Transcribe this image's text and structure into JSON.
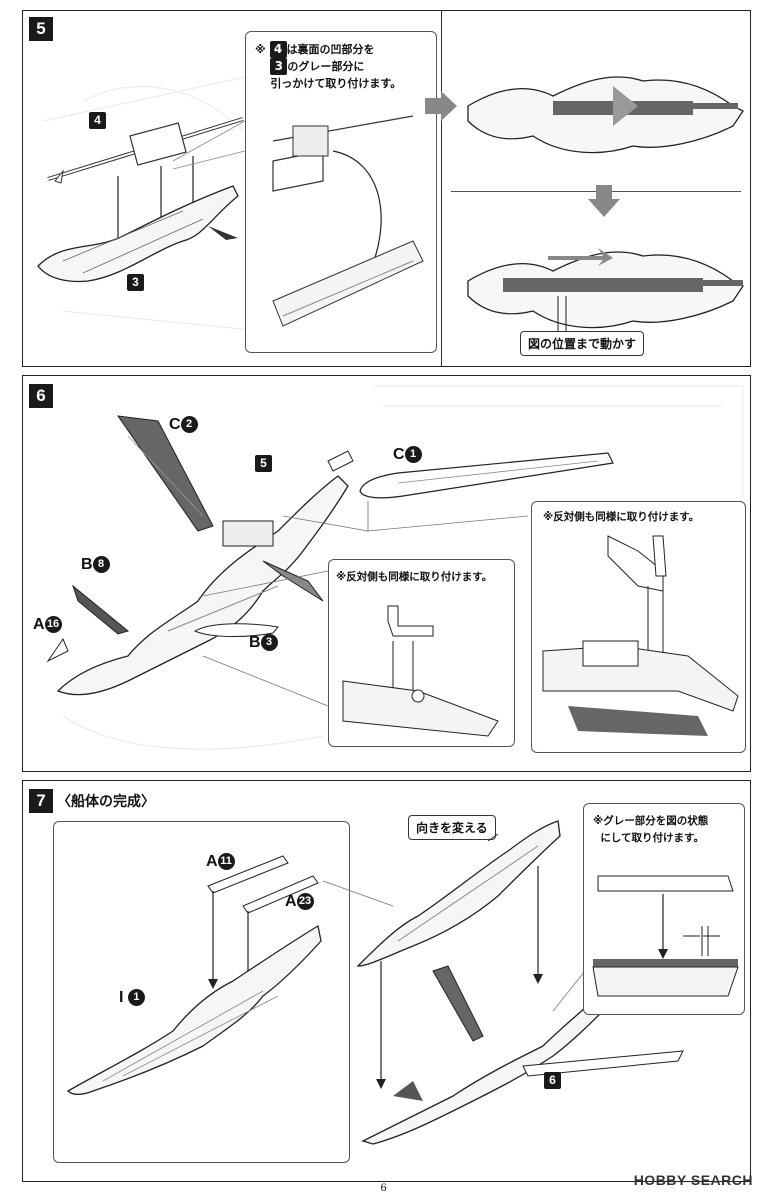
{
  "step5": {
    "number": "5",
    "part_top": "4",
    "part_bottom": "3",
    "note_mark": "※",
    "note_ref1": "4",
    "note_text1": "は裏面の凹部分を",
    "note_ref2": "3",
    "note_text2": "のグレー部分に",
    "note_text3": "引っかけて取り付けます。",
    "callout": "図の位置まで動かす"
  },
  "step6": {
    "number": "6",
    "label_c2_letter": "C",
    "label_c2_num": "2",
    "label_5": "5",
    "label_c1_letter": "C",
    "label_c1_num": "1",
    "label_b8_letter": "B",
    "label_b8_num": "8",
    "label_a16_letter": "A",
    "label_a16_num": "16",
    "label_b3_letter": "B",
    "label_b3_num": "3",
    "note_right": "※反対側も同様に取り付けます。",
    "note_center": "※反対側も同様に取り付けます。"
  },
  "step7": {
    "number": "7",
    "title": "〈船体の完成〉",
    "label_a11_letter": "A",
    "label_a11_num": "11",
    "label_a23_letter": "A",
    "label_a23_num": "23",
    "label_i1_letter": "I",
    "label_i1_num": "1",
    "callout": "向きを変える",
    "label_6": "6",
    "note_line1": "※グレー部分を図の状態",
    "note_line2": "にして取り付けます。"
  },
  "footer": {
    "page_number": "6",
    "watermark": "HOBBY SEARCH"
  }
}
